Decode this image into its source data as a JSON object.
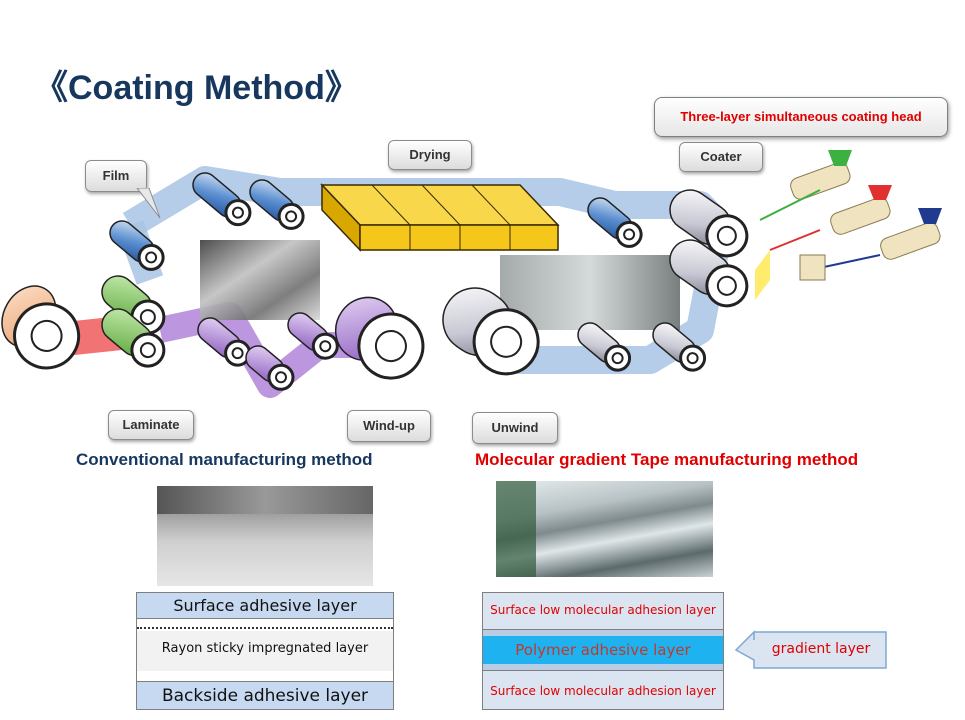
{
  "title": "《Coating Method》",
  "labels": {
    "film": "Film",
    "drying": "Drying",
    "coater": "Coater",
    "laminate": "Laminate",
    "wind_up": "Wind-up",
    "unwind": "Unwind",
    "coating_head": "Three-layer simultaneous coating head"
  },
  "conventional": {
    "heading": "Conventional manufacturing method",
    "layers": [
      "Surface adhesive layer",
      "Rayon sticky impregnated  layer",
      "Backside adhesive layer"
    ]
  },
  "gradient": {
    "heading": "Molecular gradient Tape manufacturing method",
    "layers": [
      "Surface low molecular adhesion layer",
      "Polymer adhesive layer",
      "Surface low molecular adhesion layer"
    ],
    "callout": "gradient layer"
  },
  "colors": {
    "title": "#17375e",
    "conventional_heading": "#17375e",
    "gradient_heading": "#e00000",
    "film_path": "#a8c4e4",
    "laminate_path": "#a06ad0",
    "dryer": "#f5c71a",
    "polymer_layer": "#1fb2f0"
  }
}
